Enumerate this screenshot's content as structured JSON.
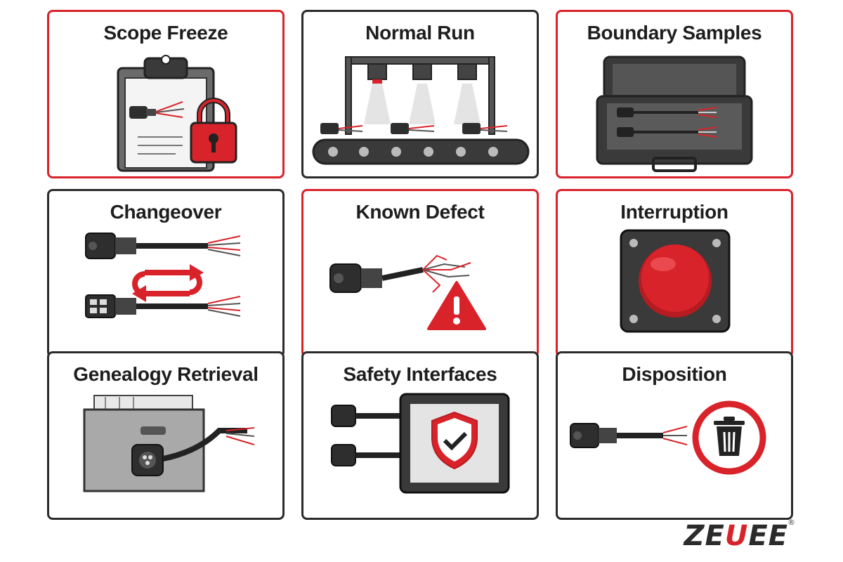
{
  "cards": [
    {
      "title": "Scope Freeze"
    },
    {
      "title": "Normal Run"
    },
    {
      "title": "Boundary Samples"
    },
    {
      "title": "Changeover"
    },
    {
      "title": "Known Defect"
    },
    {
      "title": "Interruption"
    },
    {
      "title": "Genealogy Retrieval"
    },
    {
      "title": "Safety Interfaces"
    },
    {
      "title": "Disposition"
    }
  ],
  "logo": {
    "text_a": "ZE",
    "text_b": "U",
    "text_c": "EE",
    "mark": "®"
  },
  "colors": {
    "accent": "#d9232a",
    "dark": "#2b2b2b",
    "gray": "#8a8a8a"
  },
  "icons": [
    "clipboard-icon",
    "padlock-icon",
    "conveyor-icon",
    "sample-case-icon",
    "swap-arrows-icon",
    "warning-triangle-icon",
    "stop-button-icon",
    "file-box-icon",
    "shield-check-icon",
    "trash-icon"
  ]
}
